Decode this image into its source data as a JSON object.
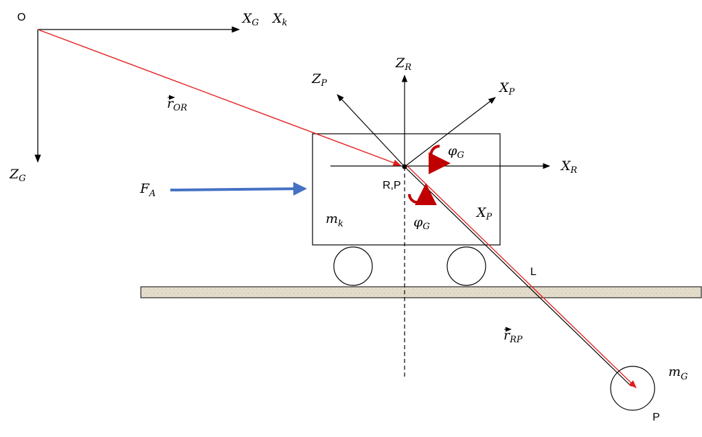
{
  "labels": {
    "origin": "O",
    "xg_main": "X",
    "xg_sub": "G",
    "xk_main": "X",
    "xk_sub": "k",
    "zg_main": "Z",
    "zg_sub": "G",
    "zr_main": "Z",
    "zr_sub": "R",
    "zp_main": "Z",
    "zp_sub": "P",
    "xp_main": "X",
    "xp_sub": "P",
    "xr_main": "X",
    "xr_sub": "R",
    "xp2_main": "X",
    "xp2_sub": "P",
    "phi1_main": "φ",
    "phi1_sub": "G",
    "phi2_main": "φ",
    "phi2_sub": "G",
    "rp_point": "R,P",
    "fa_main": "F",
    "fa_sub": "A",
    "mk_main": "m",
    "mk_sub": "k",
    "mg_main": "m",
    "mg_sub": "G",
    "r_or_main": "r",
    "r_or_sub": "OR",
    "r_rp_main": "r",
    "r_rp_sub": "RP",
    "length": "L",
    "pendulum_point": "P"
  },
  "colors": {
    "axis": "#000000",
    "vector": "#e31b1b",
    "force": "#4472c4",
    "rotation": "#c00000",
    "ground": "#e3dccb"
  }
}
